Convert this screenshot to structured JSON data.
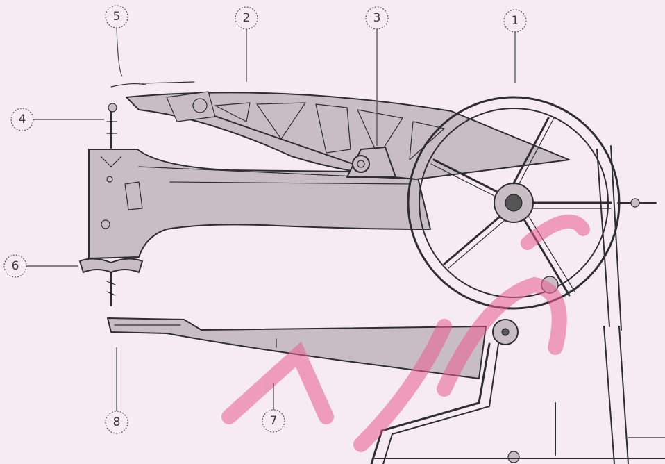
{
  "diagram": {
    "callouts": [
      {
        "id": "c1",
        "label": "1"
      },
      {
        "id": "c2",
        "label": "2"
      },
      {
        "id": "c3",
        "label": "3"
      },
      {
        "id": "c4",
        "label": "4"
      },
      {
        "id": "c5",
        "label": "5"
      },
      {
        "id": "c6",
        "label": "6"
      },
      {
        "id": "c7",
        "label": "7"
      },
      {
        "id": "c8",
        "label": "8"
      }
    ],
    "colors": {
      "background": "#f6ebf1",
      "ink": "#2e2e2e",
      "watermark": "#e85d8c"
    }
  }
}
